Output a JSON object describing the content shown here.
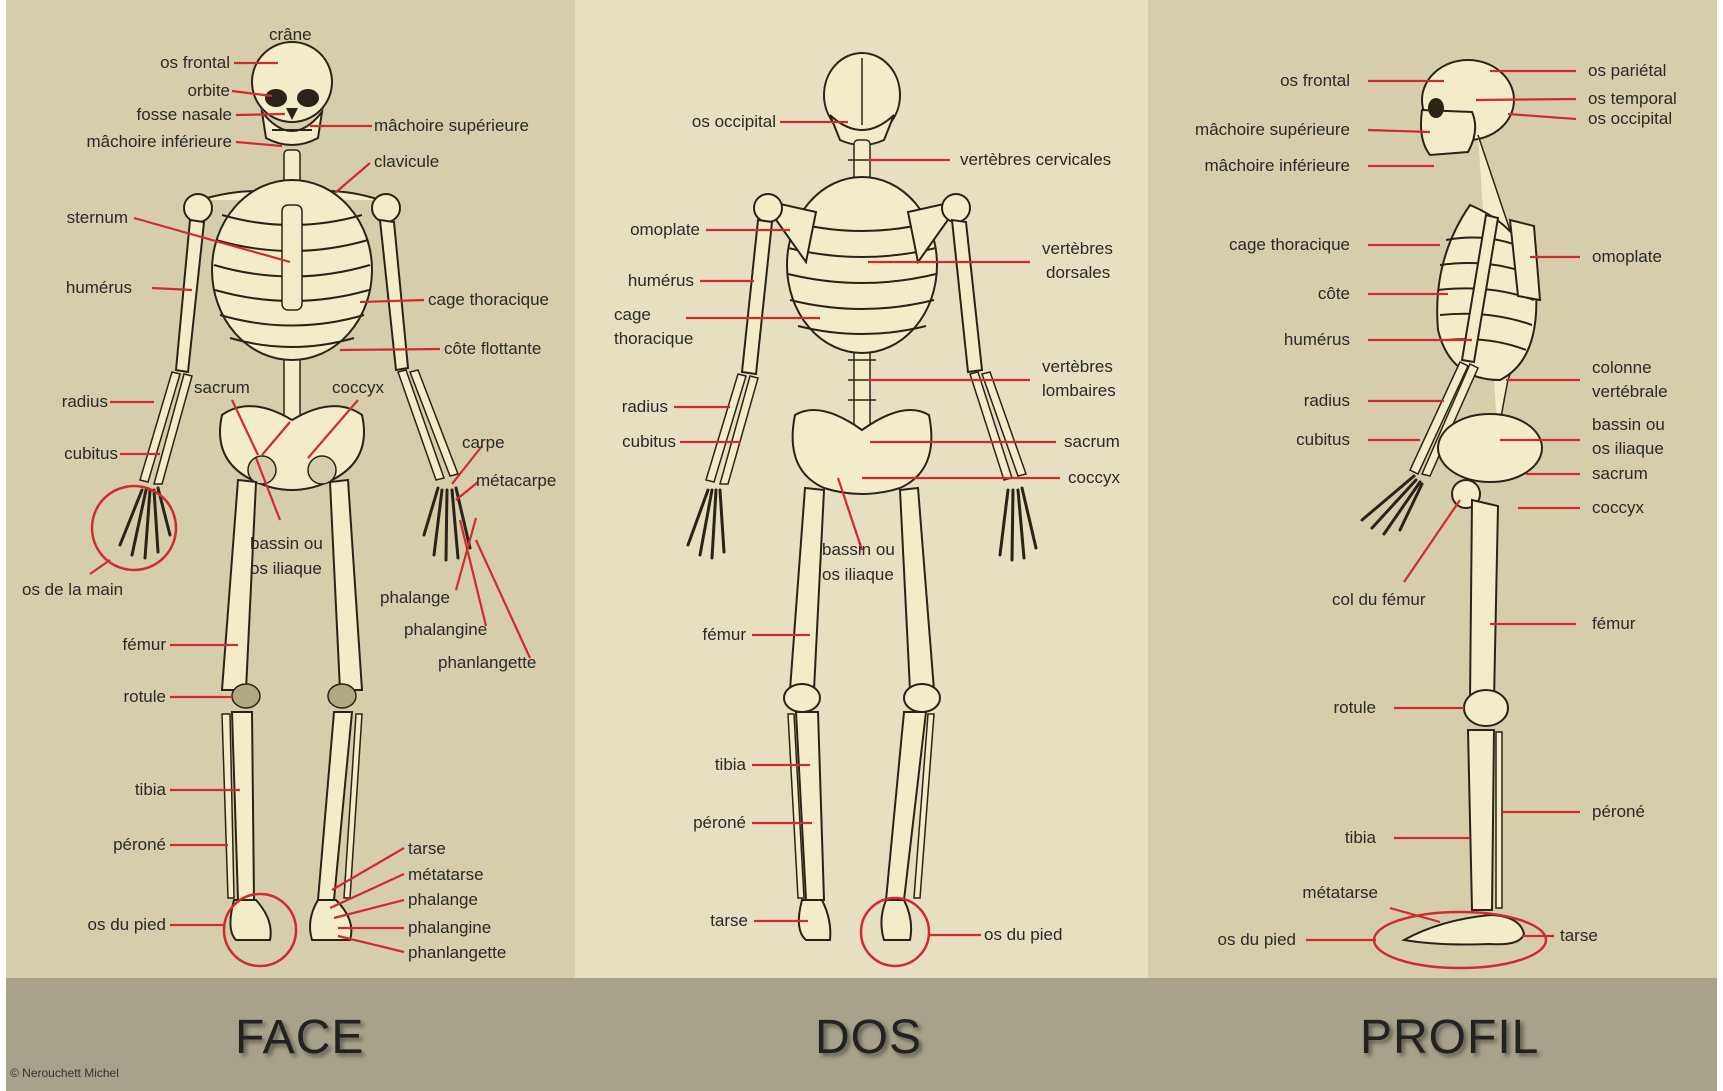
{
  "views": [
    {
      "title": "FACE"
    },
    {
      "title": "DOS"
    },
    {
      "title": "PROFIL"
    }
  ],
  "credit": "© Nerouchett Michel",
  "face_labels": [
    "crâne",
    "os frontal",
    "orbite",
    "fosse nasale",
    "mâchoire inférieure",
    "mâchoire supérieure",
    "clavicule",
    "sternum",
    "humérus",
    "cage thoracique",
    "côte flottante",
    "sacrum",
    "coccyx",
    "radius",
    "cubitus",
    "carpe",
    "métacarpe",
    "os de la main",
    "bassin ou",
    "os iliaque",
    "phalange",
    "phalangine",
    "phanlangette",
    "fémur",
    "rotule",
    "tibia",
    "péroné",
    "tarse",
    "métatarse",
    "phalange",
    "phalangine",
    "phanlangette",
    "os du pied"
  ],
  "dos_labels": [
    "os occipital",
    "vertèbres cervicales",
    "omoplate",
    "vertèbres",
    "dorsales",
    "humérus",
    "cage",
    "thoracique",
    "vertèbres",
    "lombaires",
    "radius",
    "sacrum",
    "cubitus",
    "coccyx",
    "bassin ou",
    "os iliaque",
    "fémur",
    "tibia",
    "péroné",
    "tarse",
    "os du pied"
  ],
  "profil_labels": [
    "os frontal",
    "os pariétal",
    "os temporal",
    "os occipital",
    "mâchoire supérieure",
    "mâchoire inférieure",
    "cage thoracique",
    "omoplate",
    "côte",
    "humérus",
    "colonne",
    "vertébrale",
    "radius",
    "bassin ou",
    "os iliaque",
    "cubitus",
    "sacrum",
    "coccyx",
    "col du fémur",
    "fémur",
    "rotule",
    "péroné",
    "tibia",
    "métatarse",
    "tarse",
    "os du pied"
  ],
  "colors": {
    "leader": "#d12a2f",
    "bone": "#f3ecc8",
    "panel": "#d6cdaa",
    "panel_center": "#e7dfc1",
    "footer": "#a8a28c"
  }
}
